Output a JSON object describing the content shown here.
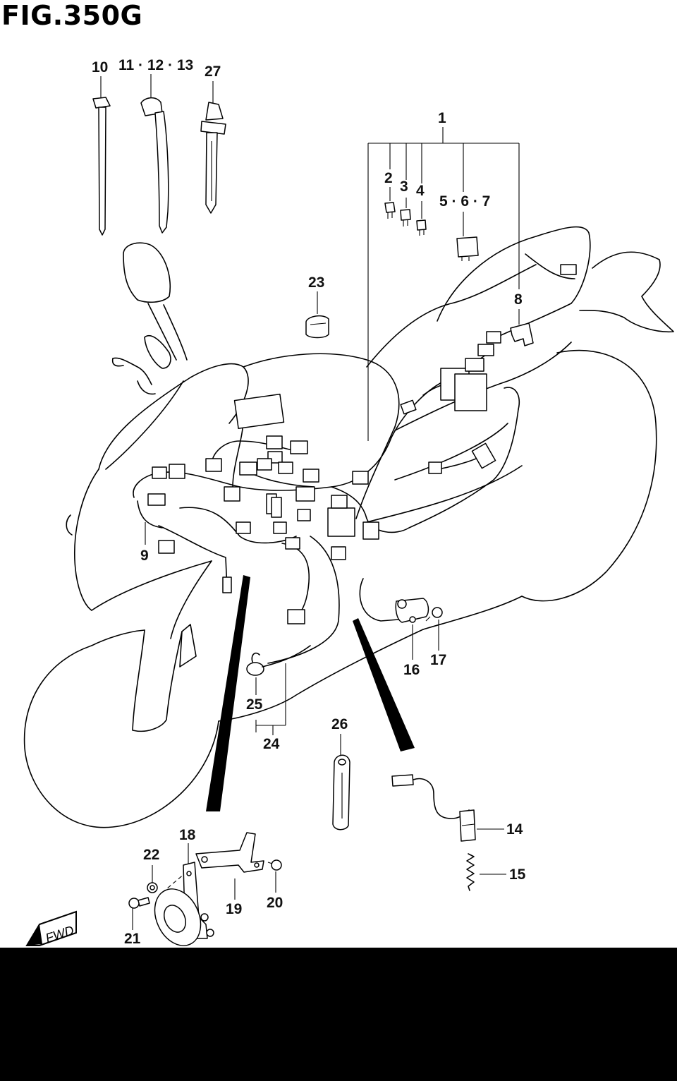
{
  "figure": {
    "title": "FIG.350G"
  },
  "callouts": {
    "c1": "1",
    "c2": "2",
    "c3": "3",
    "c4": "4",
    "c5_7": "5 · 6 · 7",
    "c8": "8",
    "c9": "9",
    "c10": "10",
    "c11_13": "11 · 12 · 13",
    "c14": "14",
    "c15": "15",
    "c16": "16",
    "c17": "17",
    "c18": "18",
    "c19": "19",
    "c20": "20",
    "c21": "21",
    "c22": "22",
    "c23": "23",
    "c24": "24",
    "c25": "25",
    "c26": "26",
    "c27": "27"
  },
  "badge": {
    "fwd": "FWD"
  },
  "colors": {
    "ink": "#000000",
    "paper": "#ffffff",
    "band": "#000000"
  }
}
